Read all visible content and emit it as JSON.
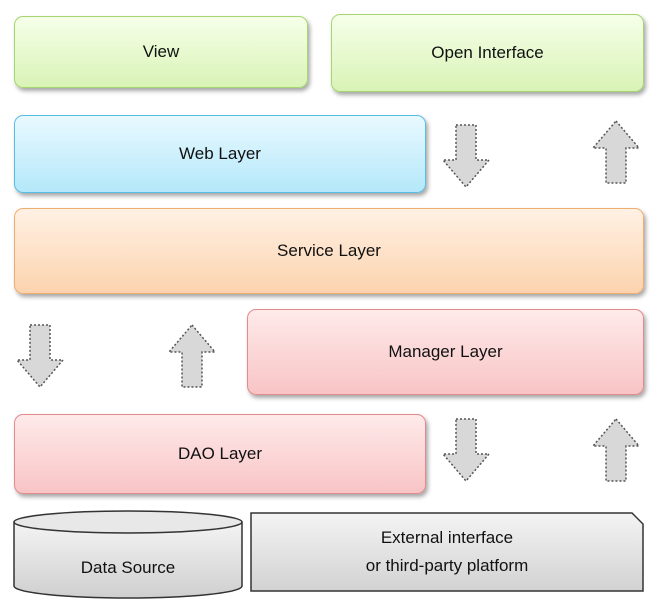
{
  "layers": {
    "view": "View",
    "open_interface": "Open Interface",
    "web_layer": "Web Layer",
    "service_layer": "Service Layer",
    "manager_layer": "Manager Layer",
    "dao_layer": "DAO Layer",
    "data_source": "Data Source",
    "external_line1": "External interface",
    "external_line2": "or third-party platform"
  },
  "arrows": [
    {
      "id": "arrow-web-to-service",
      "direction": "down"
    },
    {
      "id": "arrow-service-to-open-interface",
      "direction": "up"
    },
    {
      "id": "arrow-service-to-dao",
      "direction": "down"
    },
    {
      "id": "arrow-manager-to-service",
      "direction": "up"
    },
    {
      "id": "arrow-dao-to-external",
      "direction": "down"
    },
    {
      "id": "arrow-external-to-manager",
      "direction": "up"
    }
  ],
  "colors": {
    "presentation": "#d9f3b6",
    "web": "#b4e8fa",
    "service": "#fcd3ae",
    "data_access": "#f8c4c5",
    "storage": "#dcdcdc"
  }
}
